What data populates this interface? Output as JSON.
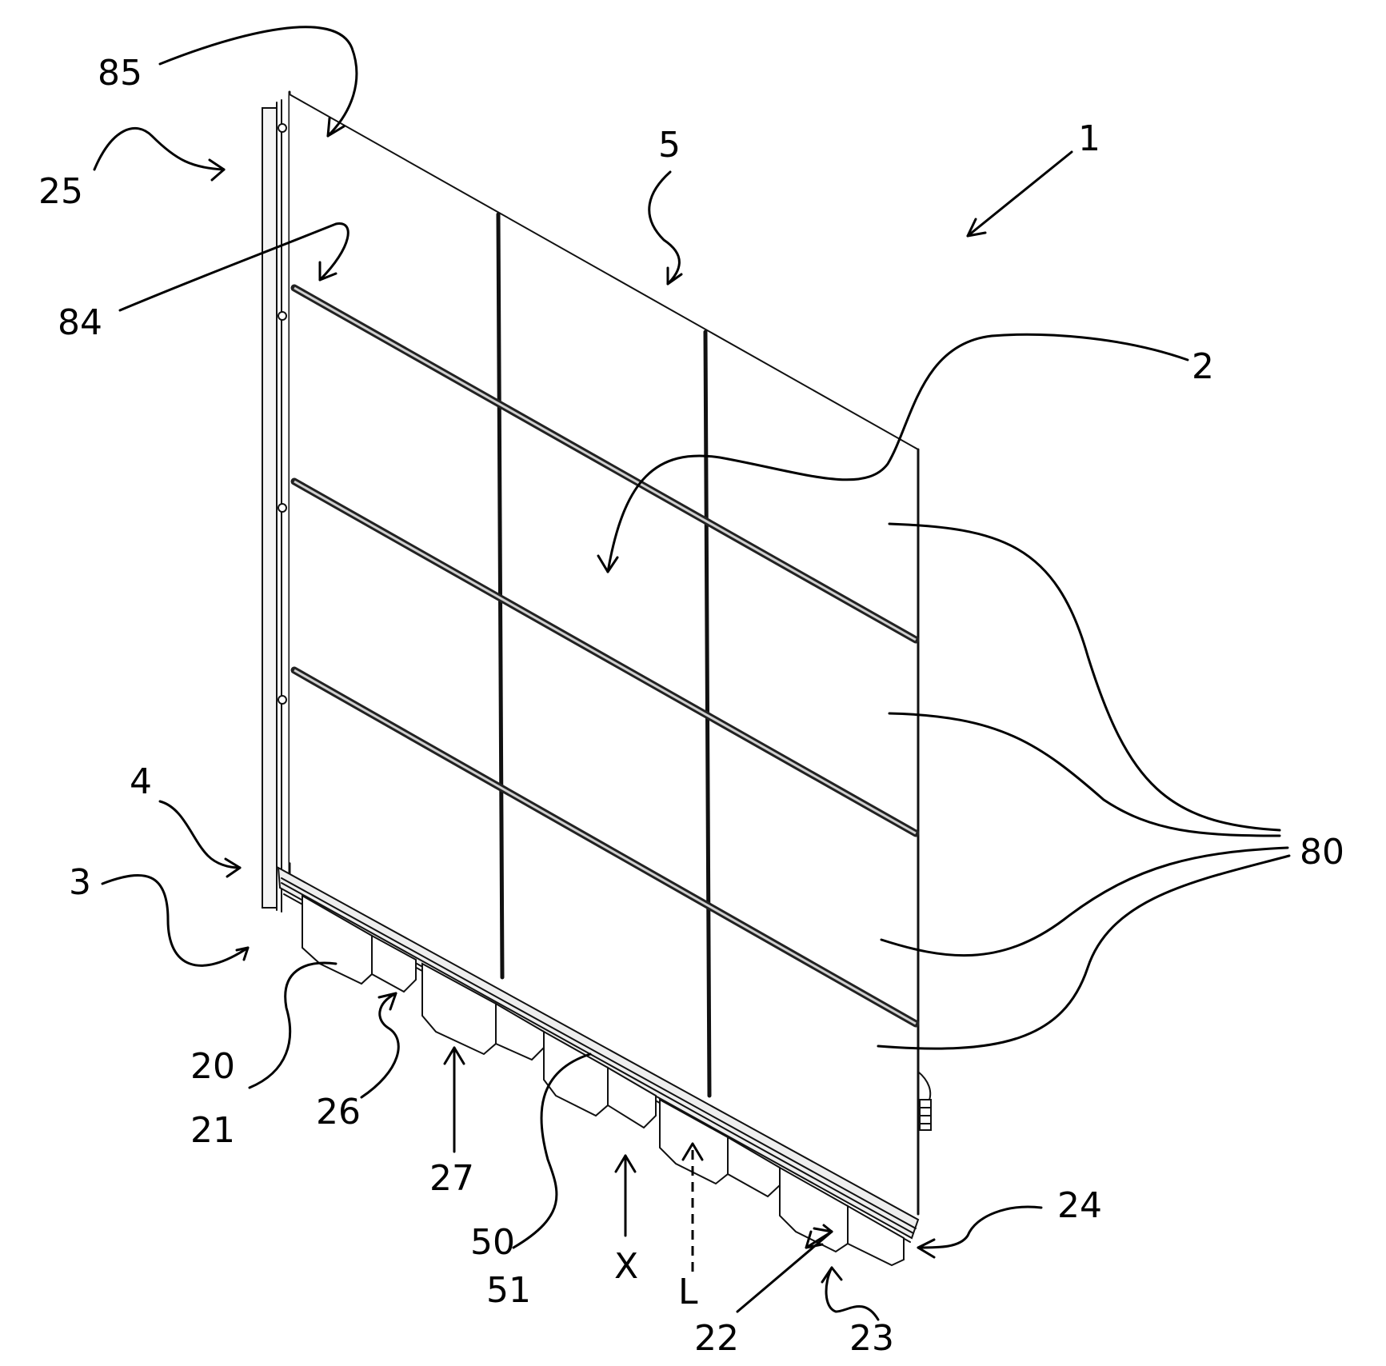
{
  "figure": {
    "reference_numerals": {
      "n1": "1",
      "n2": "2",
      "n3": "3",
      "n4": "4",
      "n5": "5",
      "n20": "20",
      "n21": "21",
      "n22": "22",
      "n23": "23",
      "n24": "24",
      "n25": "25",
      "n26": "26",
      "n27": "27",
      "n50": "50",
      "n51": "51",
      "n80": "80",
      "n84": "84",
      "n85": "85",
      "x": "X",
      "l": "L"
    }
  }
}
